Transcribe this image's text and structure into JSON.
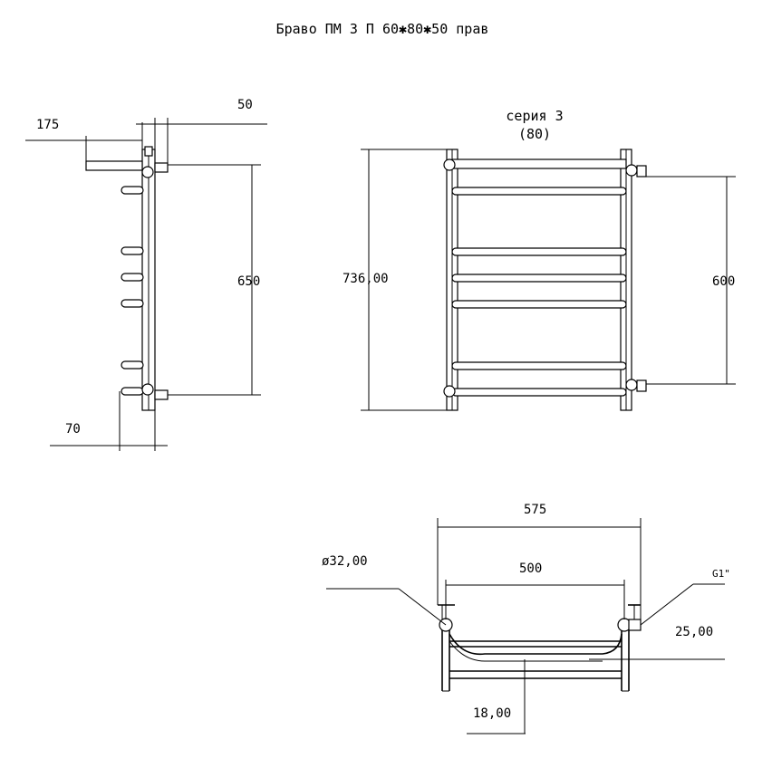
{
  "title": "Браво ПМ 3 П 60✱80✱50 прав",
  "side_view": {
    "dim_depth_total": "175",
    "dim_wall_offset": "50",
    "dim_pipe_centers": "650",
    "dim_bottom_offset": "70"
  },
  "front_view": {
    "series_label": "серия 3",
    "series_width": "(80)",
    "dim_height": "736,00",
    "dim_connection": "600"
  },
  "top_view": {
    "dim_overall_width": "575",
    "dim_inner_width": "500",
    "dim_tube_diameter": "ø32,00",
    "dim_thread": "G1\"",
    "dim_nut_offset": "25,00",
    "dim_rail_offset": "18,00"
  },
  "colors": {
    "ink": "#000000",
    "paper": "#ffffff"
  }
}
